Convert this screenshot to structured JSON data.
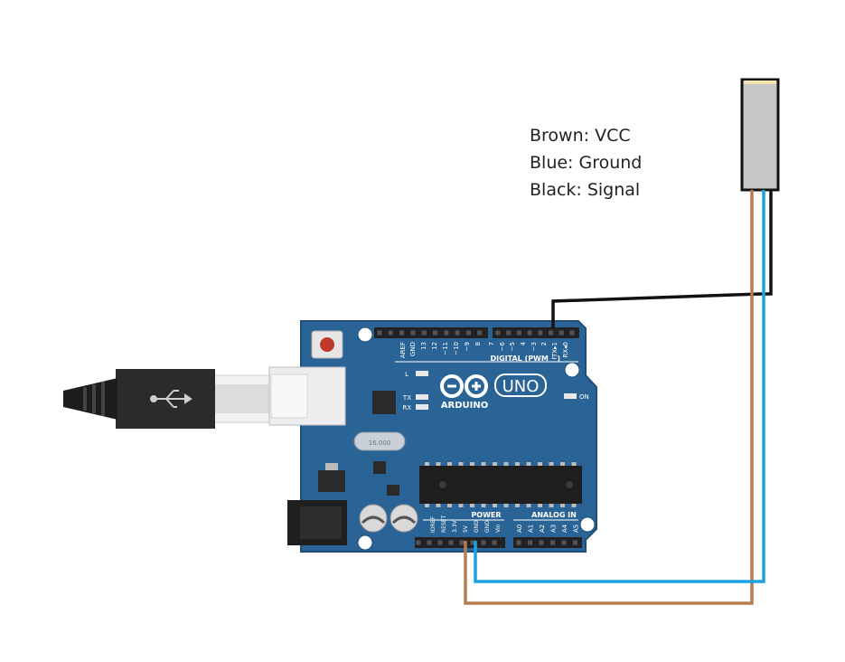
{
  "legend": {
    "lines": [
      "Brown: VCC",
      "Blue: Ground",
      "Black: Signal"
    ]
  },
  "board": {
    "brand": "ARDUINO",
    "model": "UNO",
    "digital_label": "DIGITAL (PWM ~)",
    "power_label": "POWER",
    "analog_label": "ANALOG IN",
    "on_label": "ON",
    "led_l": "L",
    "led_tx": "TX",
    "led_rx": "RX",
    "crystal_label": "16.000",
    "top_pins": [
      "AREF",
      "GND",
      "13",
      "12",
      "~11",
      "~10",
      "~9",
      "8",
      "7",
      "~6",
      "~5",
      "4",
      "~3",
      "2",
      "TX▸1",
      "RX◂0"
    ],
    "power_pins": [
      "IOREF",
      "RESET",
      "3.3V",
      "5V",
      "GND",
      "GND",
      "Vin"
    ],
    "analog_pins": [
      "A0",
      "A1",
      "A2",
      "A3",
      "A4",
      "A5"
    ]
  },
  "colors": {
    "board": "#2a6496",
    "board_edge": "#1f4f78",
    "wire_vcc": "#b87a4e",
    "wire_gnd": "#1aa3e0",
    "wire_signal": "#111111",
    "sensor_body": "#c6c6c6"
  },
  "icons": {
    "usb": "usb-icon"
  }
}
